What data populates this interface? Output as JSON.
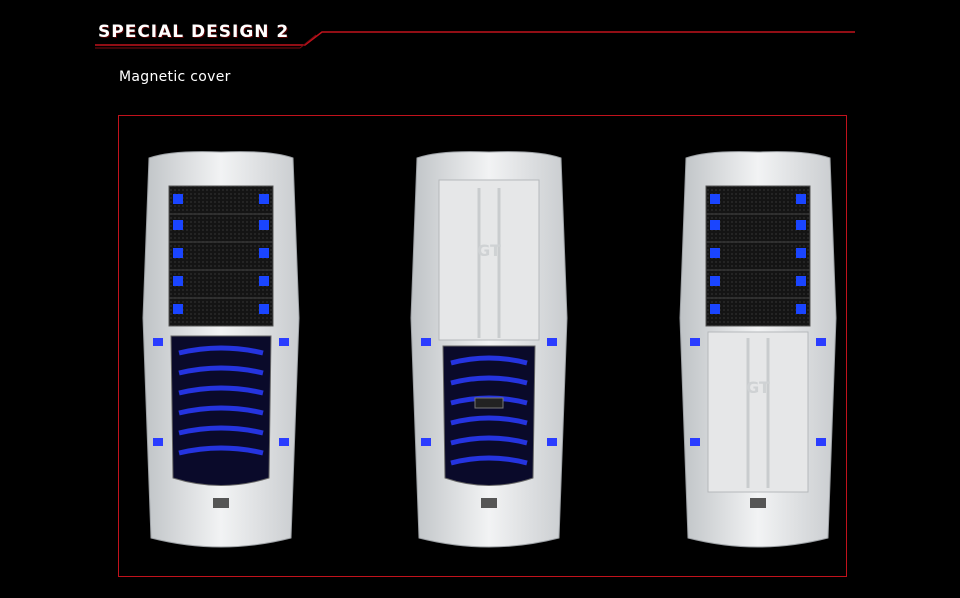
{
  "header": {
    "title": "SPECIAL DESIGN 2",
    "accent_color": "#c1121c"
  },
  "section": {
    "subtitle": "Magnetic cover"
  },
  "gallery": {
    "images": [
      {
        "name": "case-cover-open",
        "cover": "open",
        "led_color": "#2a3cff"
      },
      {
        "name": "case-cover-top-closed",
        "cover": "top-closed",
        "led_color": "#2a3cff"
      },
      {
        "name": "case-cover-bottom-closed",
        "cover": "bottom-closed",
        "led_color": "#2a3cff"
      }
    ],
    "logo_text": "GT"
  }
}
